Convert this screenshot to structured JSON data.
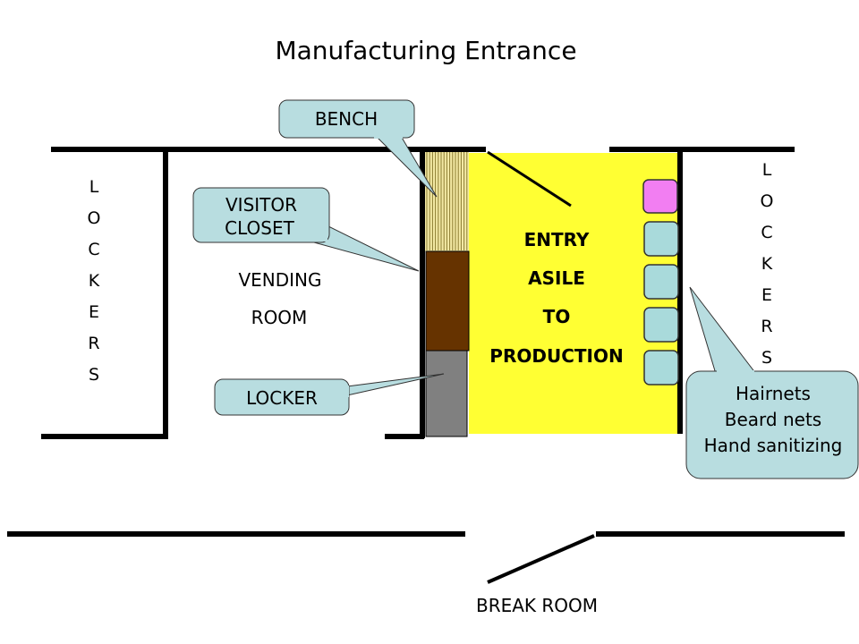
{
  "title": "Manufacturing Entrance",
  "left_lockers_letters": [
    "L",
    "O",
    "C",
    "K",
    "E",
    "R",
    "S"
  ],
  "right_lockers_letters": [
    "L",
    "O",
    "C",
    "K",
    "E",
    "R",
    "S"
  ],
  "vending_room": [
    "VENDING",
    "ROOM"
  ],
  "entry_aisle": [
    "ENTRY",
    "ASILE",
    "TO",
    "PRODUCTION"
  ],
  "callouts": {
    "bench": "BENCH",
    "visitor_closet": [
      "VISITOR",
      "CLOSET"
    ],
    "locker": "LOCKER",
    "supplies": [
      "Hairnets",
      "Beard nets",
      "Hand sanitizing"
    ]
  },
  "break_room": "BREAK ROOM",
  "colors": {
    "aisle": "#ffff33",
    "closet": "#663300",
    "locker": "#808080",
    "callout": "#b8dde0",
    "station_highlight": "#f27ef2",
    "station": "#a9dadb"
  }
}
